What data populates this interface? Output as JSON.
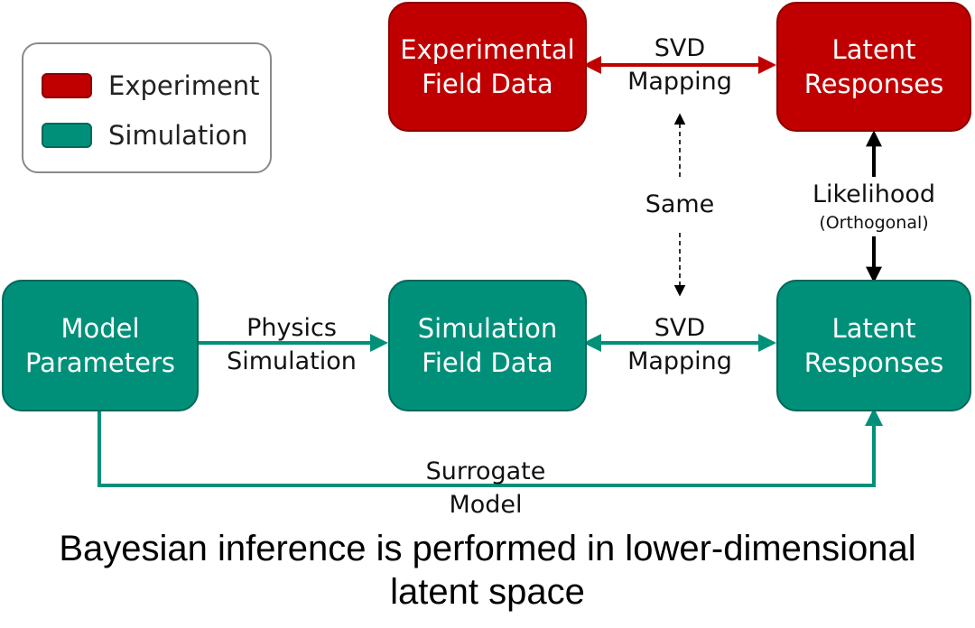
{
  "colors": {
    "experiment": "#c00000",
    "experiment_border": "#8e0000",
    "simulation": "#00907a",
    "simulation_border": "#00685a",
    "arrow": "#000000"
  },
  "legend": [
    {
      "label": "Experiment"
    },
    {
      "label": "Simulation"
    }
  ],
  "boxes": {
    "experimental_field_data": [
      "Experimental",
      "Field Data"
    ],
    "latent_responses_experiment": [
      "Latent",
      "Responses"
    ],
    "model_parameters": [
      "Model",
      "Parameters"
    ],
    "simulation_field_data": [
      "Simulation",
      "Field Data"
    ],
    "latent_responses_simulation": [
      "Latent",
      "Responses"
    ]
  },
  "edges": {
    "svd_top": [
      "SVD",
      "Mapping"
    ],
    "svd_bottom": [
      "SVD",
      "Mapping"
    ],
    "same": "Same",
    "likelihood": "Likelihood",
    "likelihood_note": "(Orthogonal)",
    "physics": [
      "Physics",
      "Simulation"
    ],
    "surrogate": [
      "Surrogate",
      "Model"
    ]
  },
  "caption": [
    "Bayesian inference is performed in lower-dimensional",
    "latent space"
  ]
}
